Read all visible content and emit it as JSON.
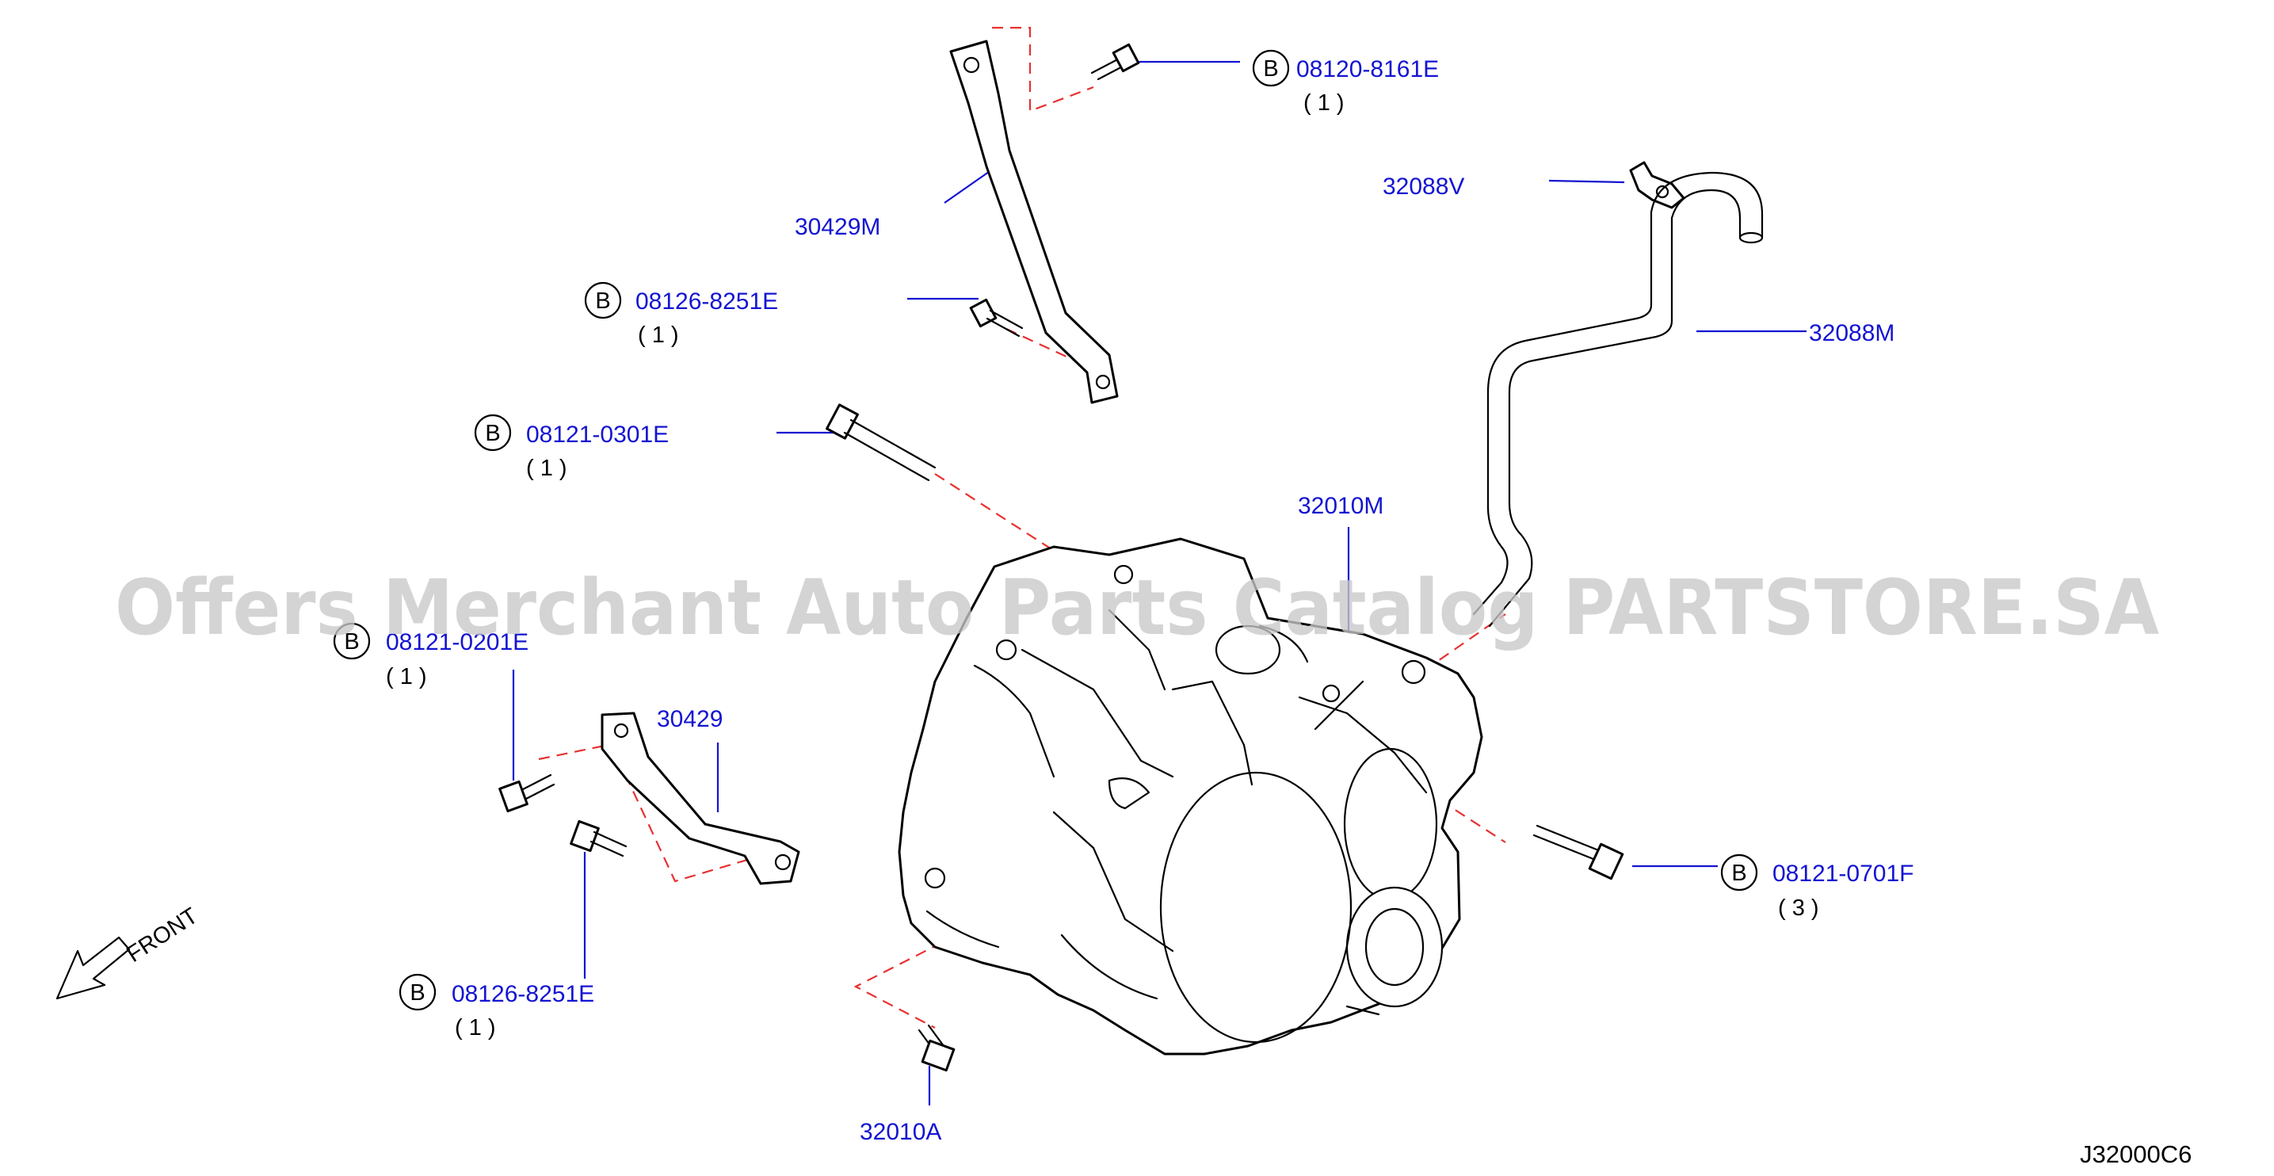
{
  "watermark": "Offers Merchant Auto Parts Catalog PARTSTORE.SA",
  "diagram_code": "J32000C6",
  "front_label": "FRONT",
  "b_symbol": "B",
  "callouts": {
    "bolt_upper_right": {
      "part_no": "08120-8161E",
      "qty": "( 1 )"
    },
    "stay_upper": {
      "part_no": "30429M"
    },
    "bolt_stay_lower": {
      "part_no": "08126-8251E",
      "qty": "( 1 )"
    },
    "long_bolt_upper": {
      "part_no": "08121-0301E",
      "qty": "( 1 )"
    },
    "bolt_left": {
      "part_no": "08121-0201E",
      "qty": "( 1 )"
    },
    "bracket_lower": {
      "part_no": "30429"
    },
    "bolt_bracket_lower": {
      "part_no": "08126-8251E",
      "qty": "( 1 )"
    },
    "bolt_bottom": {
      "part_no": "32010A"
    },
    "transaxle": {
      "part_no": "32010M"
    },
    "clip": {
      "part_no": "32088V"
    },
    "hose": {
      "part_no": "32088M"
    },
    "bolt_right": {
      "part_no": "08121-0701F",
      "qty": "( 3 )"
    }
  }
}
